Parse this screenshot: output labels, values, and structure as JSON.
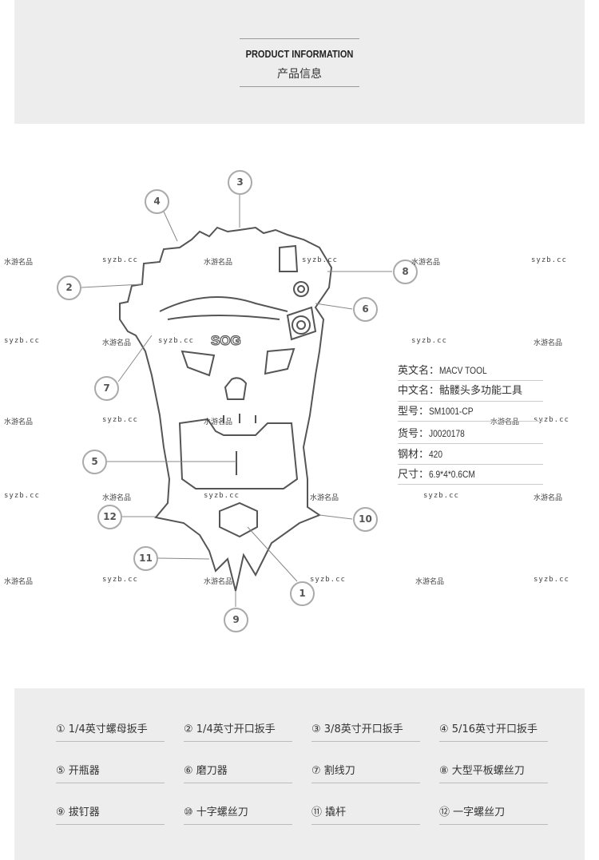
{
  "header": {
    "title_en": "PRODUCT INFORMATION",
    "title_cn": "产品信息"
  },
  "diagram": {
    "logo": "SOG",
    "callouts": [
      "1",
      "2",
      "3",
      "4",
      "5",
      "6",
      "7",
      "8",
      "9",
      "10",
      "11",
      "12"
    ]
  },
  "watermark": {
    "cn": "水游名品",
    "en": "syzb.cc"
  },
  "specs": [
    {
      "label": "英文名：",
      "value": "MACV TOOL"
    },
    {
      "label": "中文名：",
      "value": "骷髅头多功能工具"
    },
    {
      "label": "型号：",
      "value": "SM1001-CP"
    },
    {
      "label": "货号：",
      "value": "J0020178"
    },
    {
      "label": "钢材：",
      "value": "420"
    },
    {
      "label": "尺寸：",
      "value": "6.9*4*0.6CM"
    }
  ],
  "features": [
    "① 1/4英寸螺母扳手",
    "② 1/4英寸开口扳手",
    "③ 3/8英寸开口扳手",
    "④ 5/16英寸开口扳手",
    "⑤ 开瓶器",
    "⑥ 磨刀器",
    "⑦ 割线刀",
    "⑧ 大型平板螺丝刀",
    "⑨ 拔钉器",
    "⑩ 十字螺丝刀",
    "⑪ 撬杆",
    "⑫ 一字螺丝刀"
  ]
}
